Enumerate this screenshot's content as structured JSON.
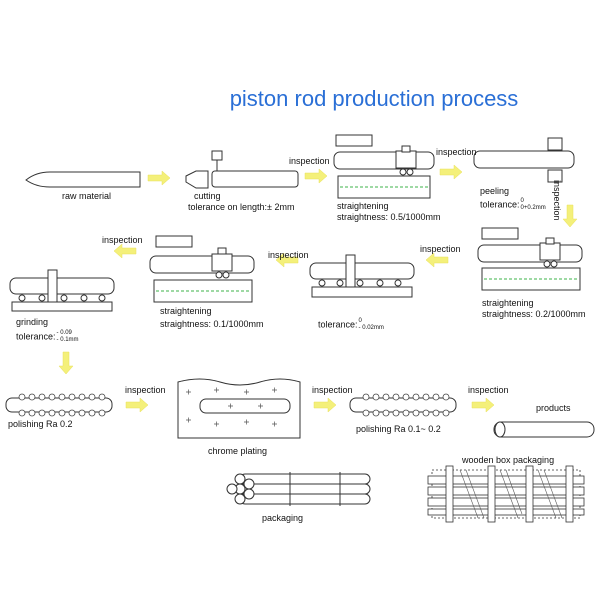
{
  "title": "piston rod production process",
  "labels": {
    "raw_material": "raw material",
    "cutting": "cutting",
    "cutting_tol": "tolerance on length:± 2mm",
    "inspection": "inspection",
    "straightening": "straightening",
    "straightness_1": "straightness: 0.5/1000mm",
    "straightness_2": "straightness: 0.2/1000mm",
    "straightness_3": "straightness: 0.1/1000mm",
    "peeling": "peeling",
    "tolerance": "tolerance:",
    "peel_tol_top": "0",
    "peel_tol_bot": "0+0.2mm",
    "straight_tol_top": "0",
    "straight_tol_bot": "- 0.02mm",
    "grinding": "grinding",
    "grind_tol_top": "- 0.09",
    "grind_tol_bot": "- 0.1mm",
    "polishing_1": "polishing   Ra 0.2",
    "chrome_plating": "chrome plating",
    "polishing_2": "polishing  Ra 0.1~ 0.2",
    "products": "products",
    "wooden_box": "wooden box packaging",
    "packaging": "packaging"
  },
  "colors": {
    "title": "#2a6fd6",
    "arrow": "#f4f07a",
    "line": "#333333",
    "dashed": "#3db34a"
  }
}
